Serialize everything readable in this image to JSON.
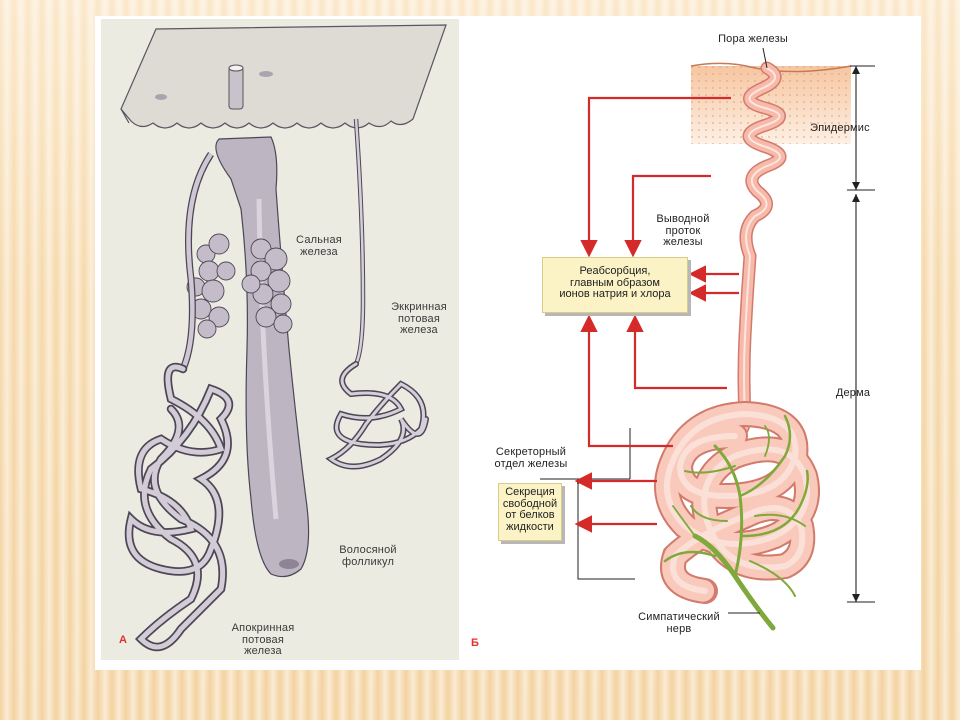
{
  "panel_a": {
    "letter": "А",
    "labels": {
      "sebaceous": "Сальная\nжелеза",
      "eccrine": "Эккринная\nпотовая\nжелеза",
      "hair_follicle": "Волосяной\nфолликул",
      "apocrine": "Апокринная\nпотовая\nжелеза"
    }
  },
  "panel_b": {
    "letter": "Б",
    "labels": {
      "pore": "Пора железы",
      "epidermis": "Эпидермис",
      "duct": "Выводной\nпроток\nжелезы",
      "dermis": "Дерма",
      "secretory": "Секреторный\nотдел железы",
      "nerve": "Симпатический\nнерв"
    },
    "reabsorption_box": "Реабсорбция,\nглавным образом\nионов натрия и хлора",
    "secretion_box": "Секреция\nсвободной\nот белков\nжидкости"
  },
  "colors": {
    "arrow_red": "#d42a2a",
    "duct_pink": "#f7b9aa",
    "nerve_green": "#7fa93a",
    "callout_yellow": "#fbf3c6"
  }
}
